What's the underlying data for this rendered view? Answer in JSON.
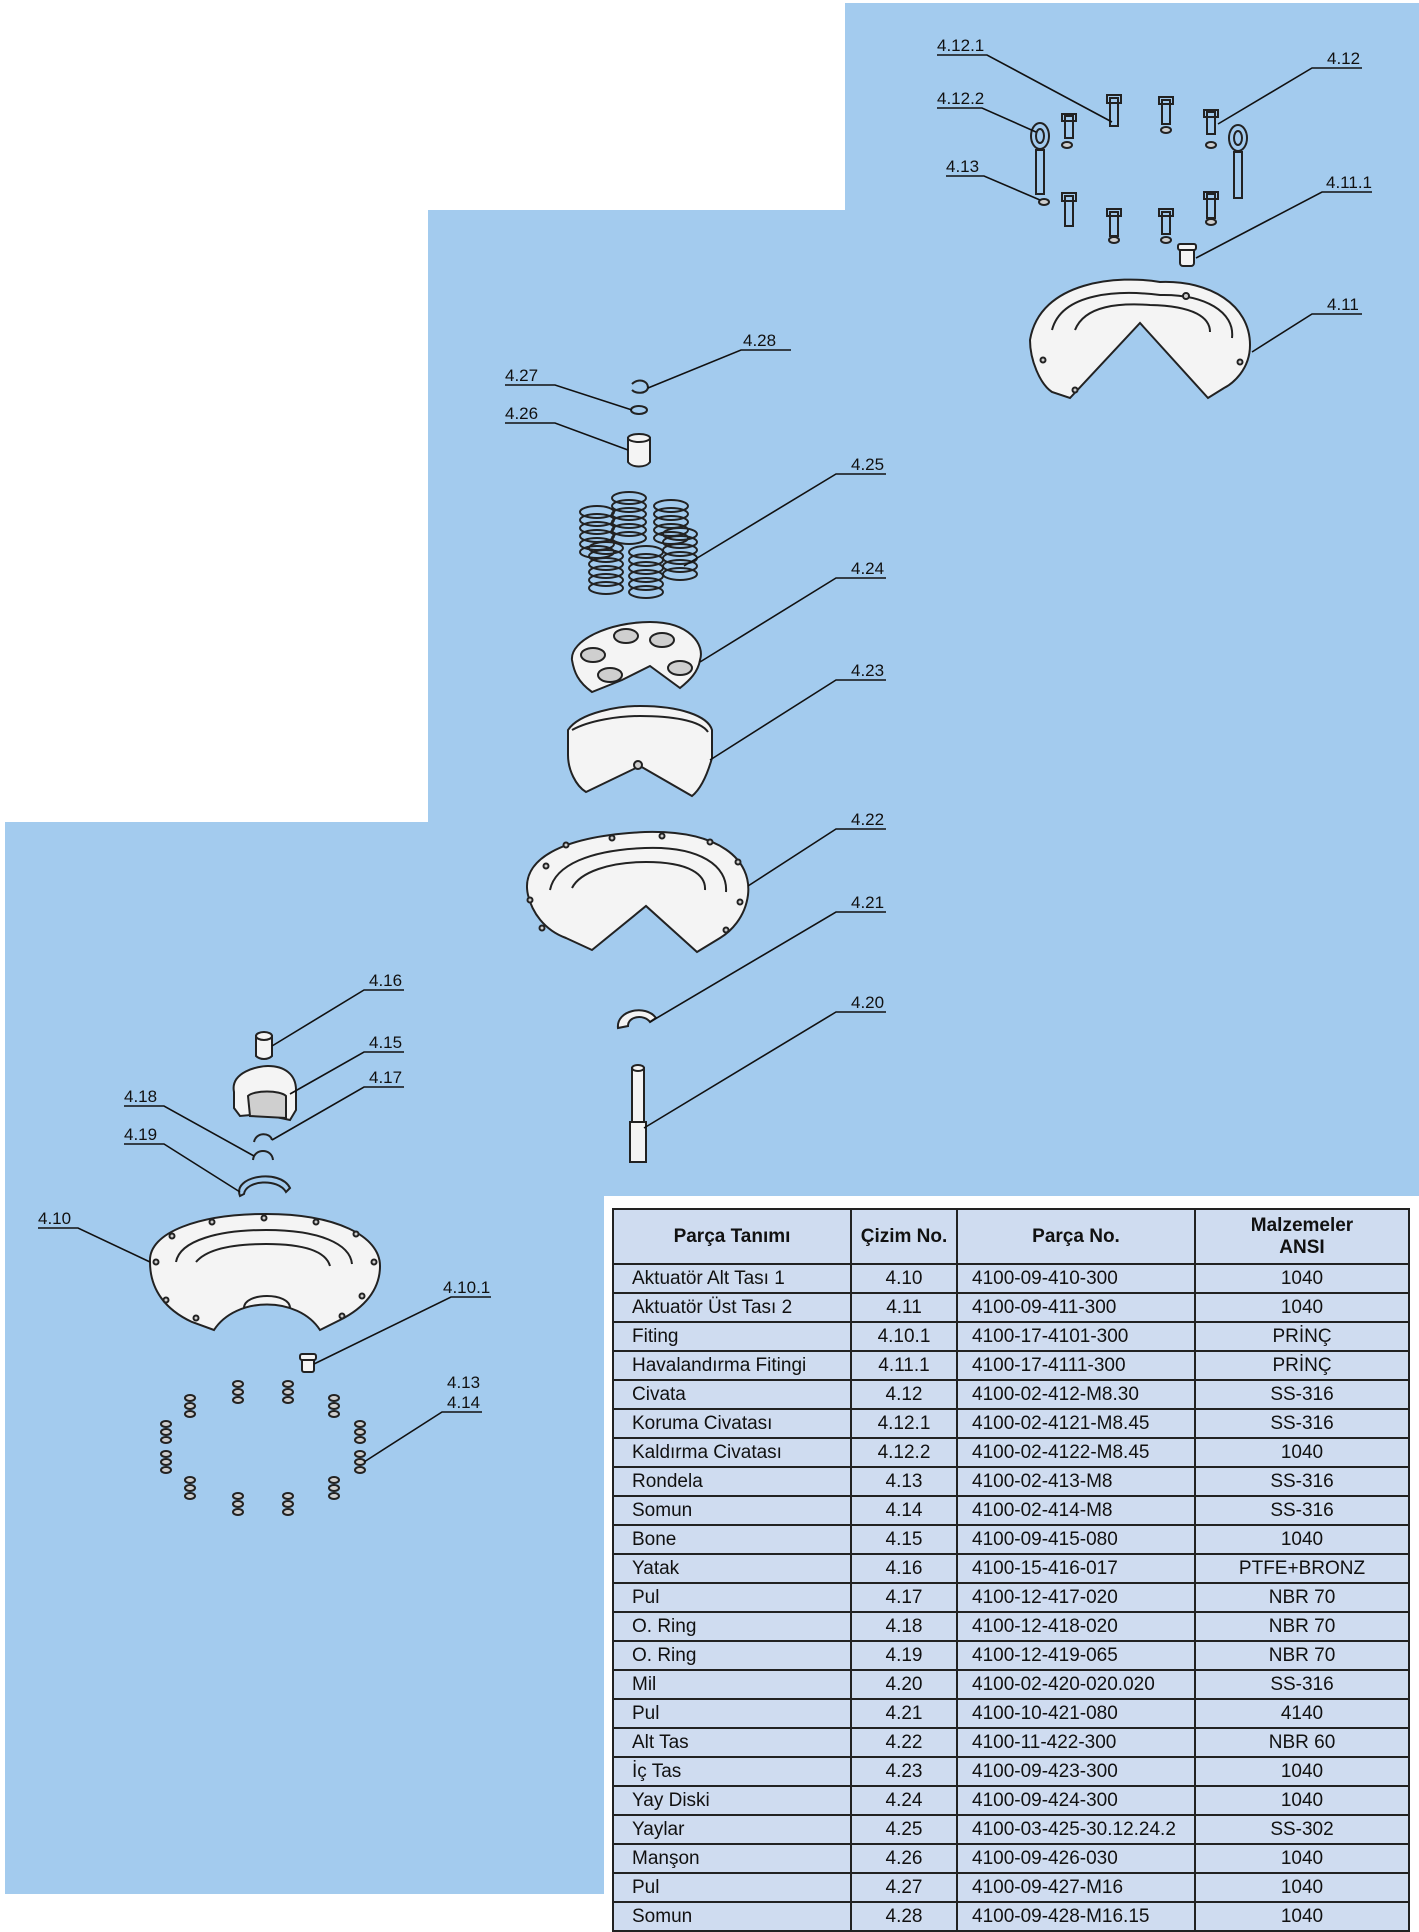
{
  "colors": {
    "background_blue": "#a3cbee",
    "table_fill": "#cfdcf0",
    "line": "#222222"
  },
  "callouts": {
    "c4_12_1": "4.12.1",
    "c4_12": "4.12",
    "c4_12_2": "4.12.2",
    "c4_13_top": "4.13",
    "c4_11_1": "4.11.1",
    "c4_11": "4.11",
    "c4_28": "4.28",
    "c4_27": "4.27",
    "c4_26": "4.26",
    "c4_25": "4.25",
    "c4_24": "4.24",
    "c4_23": "4.23",
    "c4_22": "4.22",
    "c4_21": "4.21",
    "c4_20": "4.20",
    "c4_16": "4.16",
    "c4_15": "4.15",
    "c4_17": "4.17",
    "c4_18": "4.18",
    "c4_19": "4.19",
    "c4_10": "4.10",
    "c4_10_1": "4.10.1",
    "c4_13_bottom": "4.13",
    "c4_14": "4.14"
  },
  "table": {
    "headers": [
      "Parça Tanımı",
      "Çizim No.",
      "Parça No.",
      "Malzemeler\nANSI"
    ],
    "rows": [
      [
        "Aktuatör Alt Tası 1",
        "4.10",
        "4100-09-410-300",
        "1040"
      ],
      [
        "Aktuatör Üst Tası 2",
        "4.11",
        "4100-09-411-300",
        "1040"
      ],
      [
        "Fiting",
        "4.10.1",
        "4100-17-4101-300",
        "PRİNÇ"
      ],
      [
        "Havalandırma Fitingi",
        "4.11.1",
        "4100-17-4111-300",
        "PRİNÇ"
      ],
      [
        "Civata",
        "4.12",
        "4100-02-412-M8.30",
        "SS-316"
      ],
      [
        "Koruma Civatası",
        "4.12.1",
        "4100-02-4121-M8.45",
        "SS-316"
      ],
      [
        "Kaldırma Civatası",
        "4.12.2",
        "4100-02-4122-M8.45",
        "1040"
      ],
      [
        "Rondela",
        "4.13",
        "4100-02-413-M8",
        "SS-316"
      ],
      [
        "Somun",
        "4.14",
        "4100-02-414-M8",
        "SS-316"
      ],
      [
        "Bone",
        "4.15",
        "4100-09-415-080",
        "1040"
      ],
      [
        "Yatak",
        "4.16",
        "4100-15-416-017",
        "PTFE+BRONZ"
      ],
      [
        "Pul",
        "4.17",
        "4100-12-417-020",
        "NBR 70"
      ],
      [
        "O. Ring",
        "4.18",
        "4100-12-418-020",
        "NBR 70"
      ],
      [
        "O. Ring",
        "4.19",
        "4100-12-419-065",
        "NBR 70"
      ],
      [
        "Mil",
        "4.20",
        "4100-02-420-020.020",
        "SS-316"
      ],
      [
        "Pul",
        "4.21",
        "4100-10-421-080",
        "4140"
      ],
      [
        "Alt Tas",
        "4.22",
        "4100-11-422-300",
        "NBR 60"
      ],
      [
        "İç Tas",
        "4.23",
        "4100-09-423-300",
        "1040"
      ],
      [
        "Yay Diski",
        "4.24",
        "4100-09-424-300",
        "1040"
      ],
      [
        "Yaylar",
        "4.25",
        "4100-03-425-30.12.24.2",
        "SS-302"
      ],
      [
        "Manşon",
        "4.26",
        "4100-09-426-030",
        "1040"
      ],
      [
        "Pul",
        "4.27",
        "4100-09-427-M16",
        "1040"
      ],
      [
        "Somun",
        "4.28",
        "4100-09-428-M16.15",
        "1040"
      ]
    ]
  }
}
